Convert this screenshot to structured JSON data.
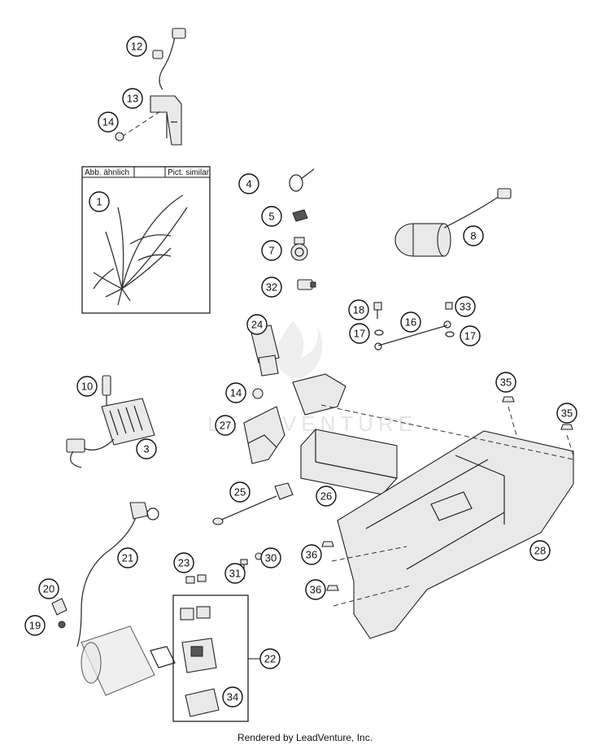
{
  "diagram": {
    "inset_box": {
      "label_left": "Abb. ähnlich",
      "label_right": "Pict. similar"
    },
    "watermark": "LEADVENTURE",
    "callouts": [
      "1",
      "3",
      "4",
      "5",
      "7",
      "8",
      "10",
      "12",
      "13",
      "14",
      "14",
      "16",
      "17",
      "17",
      "18",
      "19",
      "20",
      "21",
      "22",
      "23",
      "24",
      "25",
      "26",
      "27",
      "28",
      "30",
      "31",
      "32",
      "33",
      "34",
      "35",
      "35",
      "36",
      "36"
    ]
  },
  "footer": {
    "text": "Rendered by LeadVenture, Inc."
  }
}
